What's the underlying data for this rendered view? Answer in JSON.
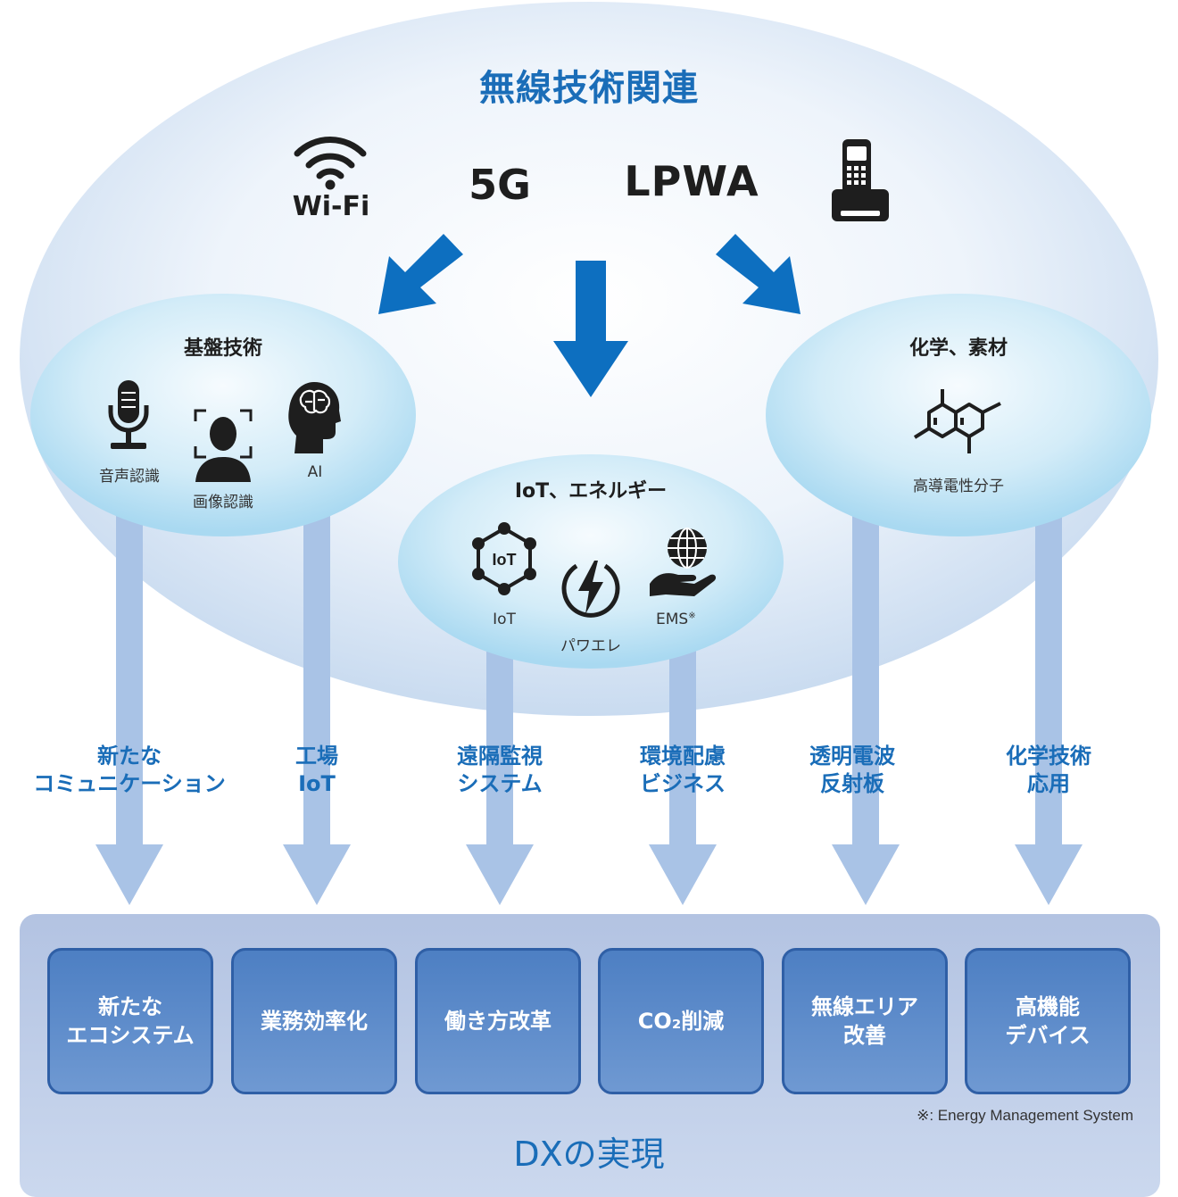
{
  "header": {
    "title": "無線技術関連"
  },
  "technologies": [
    {
      "id": "wifi",
      "label": "Wi-Fi",
      "icon": "wifi-icon"
    },
    {
      "id": "5g",
      "label": "5G"
    },
    {
      "id": "lpwa",
      "label": "LPWA"
    },
    {
      "id": "phone",
      "icon": "cordless-phone-icon"
    }
  ],
  "circles": {
    "basic": {
      "title": "基盤技術",
      "items": [
        {
          "label": "音声認識",
          "icon": "microphone-icon"
        },
        {
          "label": "画像認識",
          "icon": "face-recognition-icon"
        },
        {
          "label": "AI",
          "icon": "ai-head-icon"
        }
      ]
    },
    "iot": {
      "title": "IoT、エネルギー",
      "items": [
        {
          "label": "IoT",
          "icon": "iot-network-icon",
          "icon_text": "IoT"
        },
        {
          "label": "パワエレ",
          "icon": "power-bolt-icon"
        },
        {
          "label": "EMS",
          "note_mark": "※",
          "icon": "globe-hand-icon"
        }
      ]
    },
    "chem": {
      "title": "化学、素材",
      "items": [
        {
          "label": "高導電性分子",
          "icon": "molecule-icon"
        }
      ]
    }
  },
  "flows": [
    {
      "line1": "新たな",
      "line2": "コミュニケーション"
    },
    {
      "line1": "工場",
      "line2": "IoT"
    },
    {
      "line1": "遠隔監視",
      "line2": "システム"
    },
    {
      "line1": "環境配慮",
      "line2": "ビジネス"
    },
    {
      "line1": "透明電波",
      "line2": "反射板"
    },
    {
      "line1": "化学技術",
      "line2": "応用"
    }
  ],
  "outcomes": [
    {
      "label": "新たな\nエコシステム"
    },
    {
      "label": "業務効率化"
    },
    {
      "label": "働き方改革"
    },
    {
      "label": "CO₂削減"
    },
    {
      "label": "無線エリア\n改善"
    },
    {
      "label": "高機能\nデバイス"
    }
  ],
  "footnote": "※: Energy Management System",
  "dx_title": "DXの実現",
  "colors": {
    "accent": "#1a6db8",
    "arrow_blue": "#0d6fc0",
    "flow_arrow": "#a9c3e6",
    "panel": "#aebfe0",
    "box": "#4d7fc3"
  }
}
